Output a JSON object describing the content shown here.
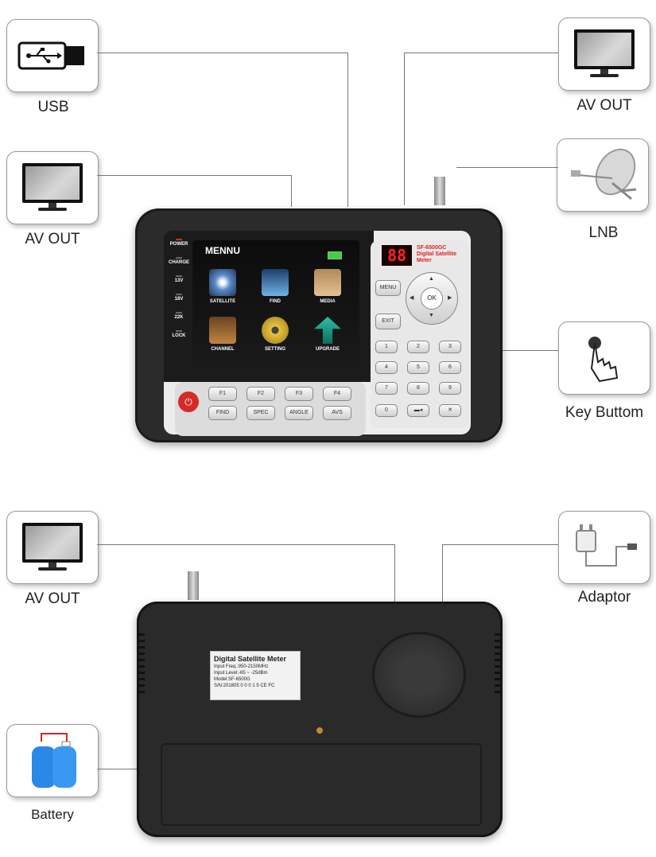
{
  "callouts": {
    "usb": "USB",
    "av_out_top_right": "AV OUT",
    "av_out_left": "AV OUT",
    "lnb": "LNB",
    "key_buttom": "Key Buttom",
    "av_out_bottom": "AV OUT",
    "adaptor": "Adaptor",
    "battery": "Battery"
  },
  "front": {
    "leds": [
      "POWER",
      "CHARGE",
      "13V",
      "18V",
      "22K",
      "LOCK"
    ],
    "screen_title": "MENNU",
    "menu_items": [
      "SATELLITE",
      "FIND",
      "MEDIA",
      "CHANNEL",
      "SETTING",
      "UPGRADE"
    ],
    "segment_display": "88",
    "model_lines": [
      "SF-6500GC",
      "Digital Satellite",
      "Meter"
    ],
    "menu_key": "MENU",
    "exit_key": "EXIT",
    "ok_key": "OK",
    "number_keys": [
      "1",
      "2",
      "3",
      "4",
      "5",
      "6",
      "7",
      "8",
      "9",
      "0"
    ],
    "function_keys": [
      "F1",
      "F2",
      "F3",
      "F4"
    ],
    "bottom_keys": [
      "FIND",
      "SPEC",
      "ANGLE",
      "AVS"
    ]
  },
  "back": {
    "label_title": "Digital Satellite Meter",
    "label_lines": [
      "Input Freq.:950-2150MHz",
      "Input Level:-65 ~ -25dBm",
      "Model:SF-6500G",
      "S/N:201805 0 0 0 1 5   CE FC"
    ]
  }
}
